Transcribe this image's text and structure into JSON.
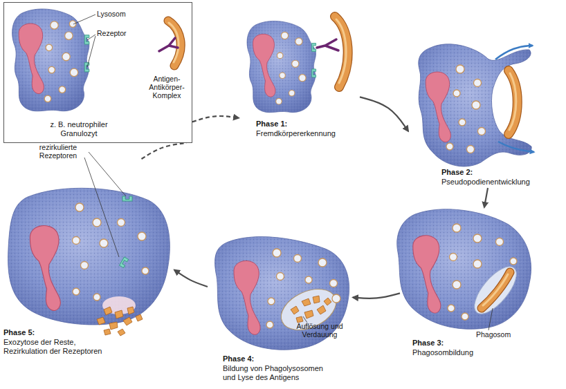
{
  "diagram": {
    "nodes": [
      {
        "text": [
          "z. B. neutrophiler Granulozyt"
        ]
      },
      {
        "text": [
          "Phase 1:",
          "Fremdkörpererkennung"
        ]
      },
      {
        "text": [
          "Phase 2:",
          "Pseudopodienentwicklung"
        ]
      },
      {
        "text": [
          "Phase 3:",
          "Phagosombildung"
        ]
      },
      {
        "text": [
          "Phase 4:",
          "Bildung von Phagolysosomen und Lyse des Antigens"
        ]
      },
      {
        "text": [
          "Phase 5:",
          "Exozytose der Reste, Rezirkulation der Rezeptoren"
        ]
      }
    ],
    "edges": [
      {
        "from": 0,
        "to": 1,
        "arrow": "to"
      },
      {
        "from": 1,
        "to": 2,
        "arrow": "to"
      },
      {
        "from": 2,
        "to": 3,
        "arrow": "to"
      },
      {
        "from": 3,
        "to": 4,
        "arrow": "to"
      },
      {
        "from": 4,
        "to": 5,
        "arrow": "to"
      },
      {
        "from": 5,
        "to": 0,
        "arrow": "none"
      }
    ],
    "labels": [
      "Lysosom",
      "Rezeptor",
      "Antigen- Antikörper- Komplex",
      "Phagosom",
      "Auflösung und Verdauung",
      "rezirkulierte Rezeptoren"
    ]
  }
}
